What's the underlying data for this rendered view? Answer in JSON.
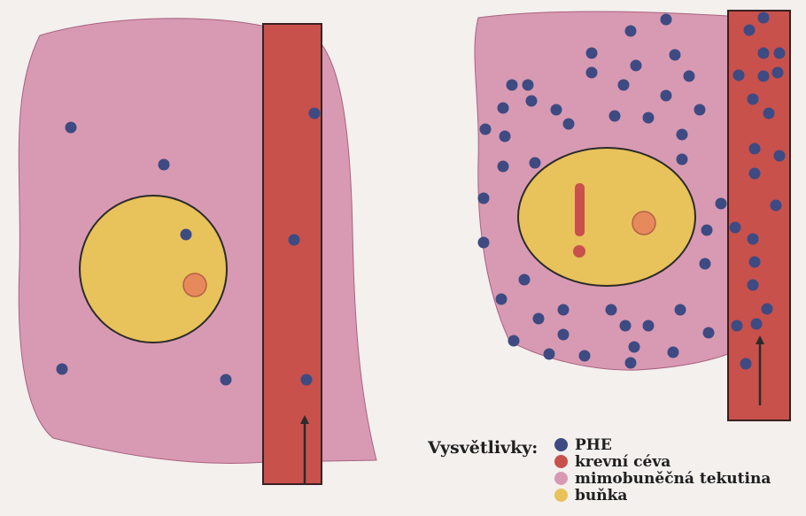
{
  "colors": {
    "phe": "#3e4a82",
    "blood_vessel": "#c8514c",
    "extracellular_fluid": "#d89ab2",
    "cell": "#e8c25a",
    "nucleus": "#e68a5c",
    "outline": "#2b2b2b",
    "warning_mark": "#c8514c"
  },
  "left_panel": {
    "phe_count": 8
  },
  "right_panel": {
    "phe_count": 66,
    "warning_symbol": "!"
  },
  "legend": {
    "title": "Vysvětlivky:",
    "items": [
      {
        "label": "PHE",
        "icon": "phe-dot-icon"
      },
      {
        "label": "krevní céva",
        "icon": "blood-vessel-dot-icon"
      },
      {
        "label": "mimobuněčná tekutina",
        "icon": "extracellular-fluid-dot-icon"
      },
      {
        "label": "buňka",
        "icon": "cell-dot-icon"
      }
    ]
  }
}
